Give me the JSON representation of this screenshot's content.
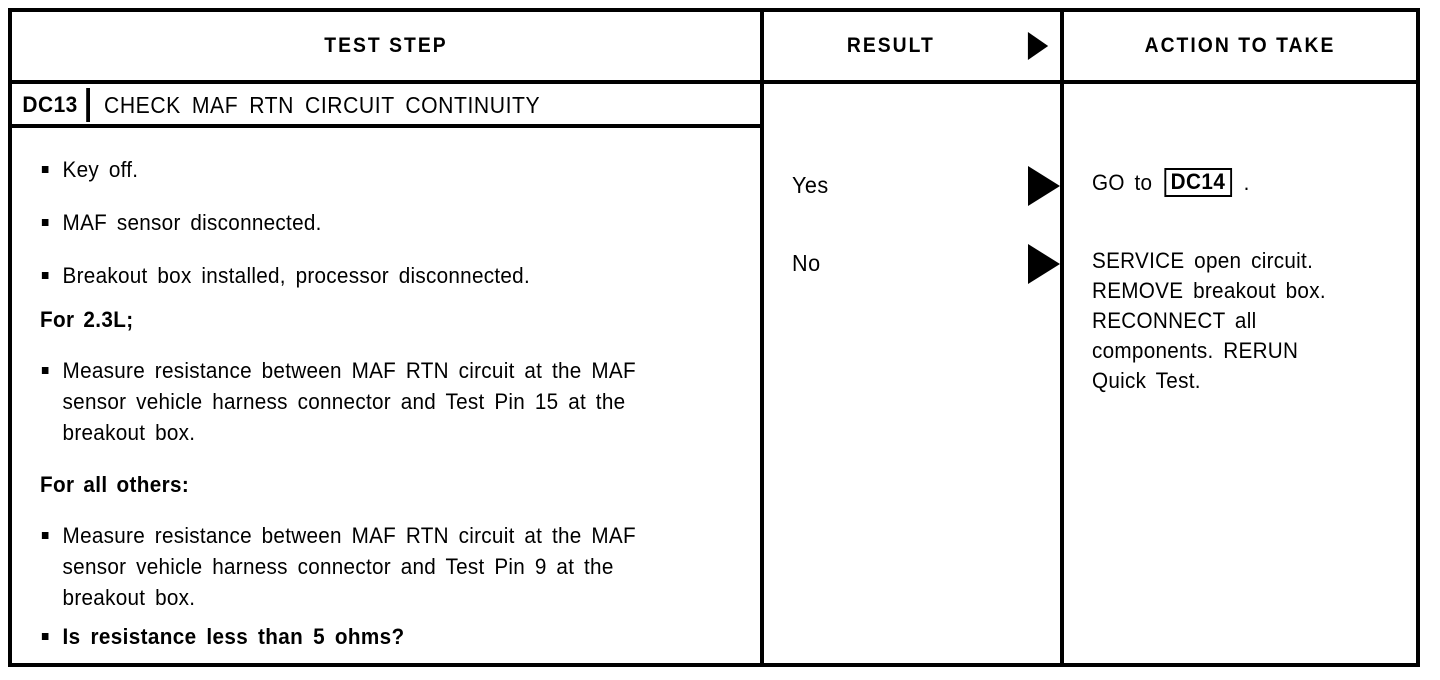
{
  "table": {
    "headers": {
      "test_step": "TEST STEP",
      "result": "RESULT",
      "action": "ACTION TO TAKE",
      "result_arrow_icon": "right-triangle-icon"
    },
    "step": {
      "code": "DC13",
      "title": "CHECK MAF RTN CIRCUIT CONTINUITY"
    },
    "test_step_items": [
      {
        "type": "bullet",
        "text": "Key off."
      },
      {
        "type": "bullet",
        "text": "MAF sensor disconnected."
      },
      {
        "type": "bullet",
        "text": "Breakout box installed, processor disconnected."
      },
      {
        "type": "heading",
        "text": "For 2.3L;"
      },
      {
        "type": "bullet",
        "text": "Measure resistance between MAF RTN circuit at the MAF sensor vehicle harness connector and Test Pin 15 at the breakout box."
      },
      {
        "type": "heading",
        "text": "For all others:"
      },
      {
        "type": "bullet",
        "text": "Measure resistance between MAF RTN circuit at the MAF sensor vehicle harness connector and Test Pin 9 at the breakout box."
      },
      {
        "type": "bullet-bold",
        "text": "Is resistance less than 5 ohms?"
      }
    ],
    "results": [
      {
        "label": "Yes",
        "arrow_icon": "right-triangle-icon"
      },
      {
        "label": "No",
        "arrow_icon": "right-triangle-icon"
      }
    ],
    "actions": [
      {
        "prefix": "GO to",
        "ref": "DC14",
        "suffix": ".",
        "lines": []
      },
      {
        "prefix": "",
        "ref": "",
        "suffix": "",
        "lines": [
          "SERVICE open circuit.",
          "REMOVE breakout box.",
          "RECONNECT all",
          "components. RERUN",
          "Quick Test."
        ]
      }
    ]
  }
}
